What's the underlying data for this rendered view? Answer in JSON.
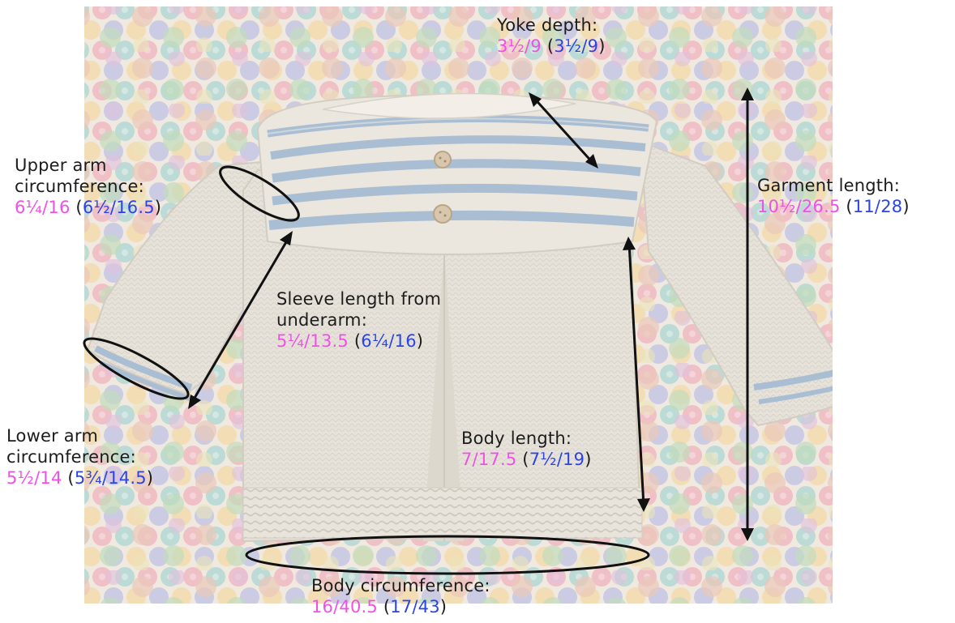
{
  "colors": {
    "metric_primary": "#f050e6",
    "metric_alt": "#2a44e8",
    "annotation": "#1c1c1c",
    "sweater": "#e6e2da",
    "stripe": "#a9bdd3",
    "photo_wash": "#f2ece3"
  },
  "icons": {
    "measurement_arrow": "double-arrow-icon",
    "circumference_marker": "ellipse-icon"
  },
  "annotations": {
    "yoke_depth": {
      "title": "Yoke depth:",
      "primary": "3½/9",
      "alt": "3½/9"
    },
    "upper_arm": {
      "title_line1": "Upper arm",
      "title_line2": "circumference:",
      "primary": "6¼/16",
      "alt": "6½/16.5"
    },
    "garment_length": {
      "title": "Garment length:",
      "primary": "10½/26.5",
      "alt": "11/28"
    },
    "sleeve_length": {
      "title_line1": "Sleeve length from",
      "title_line2": "underarm:",
      "primary": "5¼/13.5",
      "alt": "6¼/16"
    },
    "lower_arm": {
      "title_line1": "Lower arm",
      "title_line2": "circumference:",
      "primary": "5½/14",
      "alt": "5¾/14.5"
    },
    "body_length": {
      "title": "Body length:",
      "primary": "7/17.5",
      "alt": "7½/19"
    },
    "body_circumference": {
      "title": "Body circumference:",
      "primary": "16/40.5",
      "alt": "17/43"
    }
  }
}
